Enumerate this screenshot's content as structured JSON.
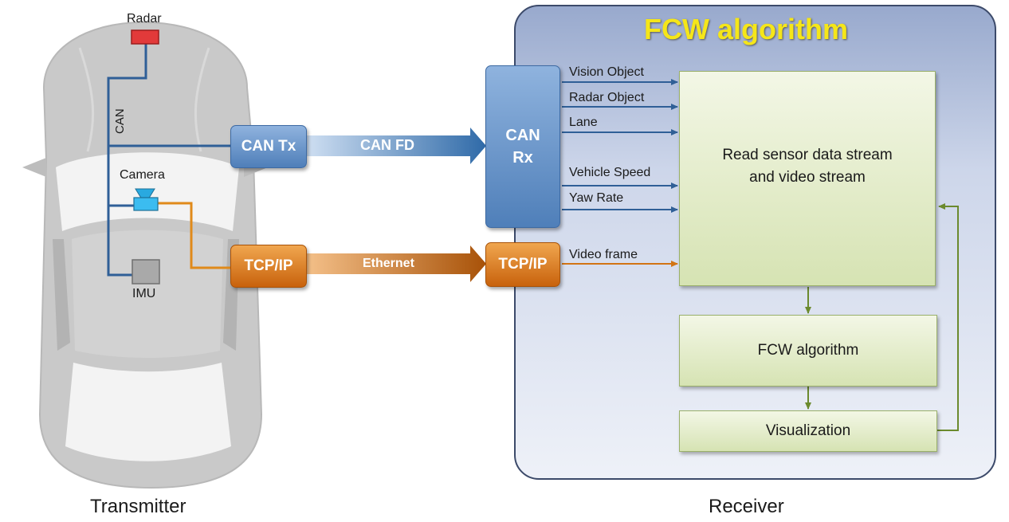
{
  "transmitter": {
    "caption": "Transmitter",
    "sensors": {
      "radar": "Radar",
      "camera": "Camera",
      "imu": "IMU",
      "can": "CAN"
    },
    "can_tx": "CAN Tx",
    "tcp_ip": "TCP/IP"
  },
  "links": {
    "can_fd": "CAN FD",
    "ethernet": "Ethernet"
  },
  "receiver": {
    "caption": "Receiver",
    "title": "FCW algorithm",
    "can_rx_line1": "CAN",
    "can_rx_line2": "Rx",
    "tcp_ip": "TCP/IP",
    "signals": [
      "Vision Object",
      "Radar Object",
      "Lane",
      "Vehicle Speed",
      "Yaw Rate",
      "Video frame"
    ],
    "read_box_line1": "Read sensor data stream",
    "read_box_line2": "and video stream",
    "fcw_box": "FCW algorithm",
    "viz_box": "Visualization"
  },
  "colors": {
    "title": "#f5e619",
    "can_blue": "#2f6aa8",
    "eth_orange": "#e07a12",
    "flow_green": "#6b8a2e"
  }
}
